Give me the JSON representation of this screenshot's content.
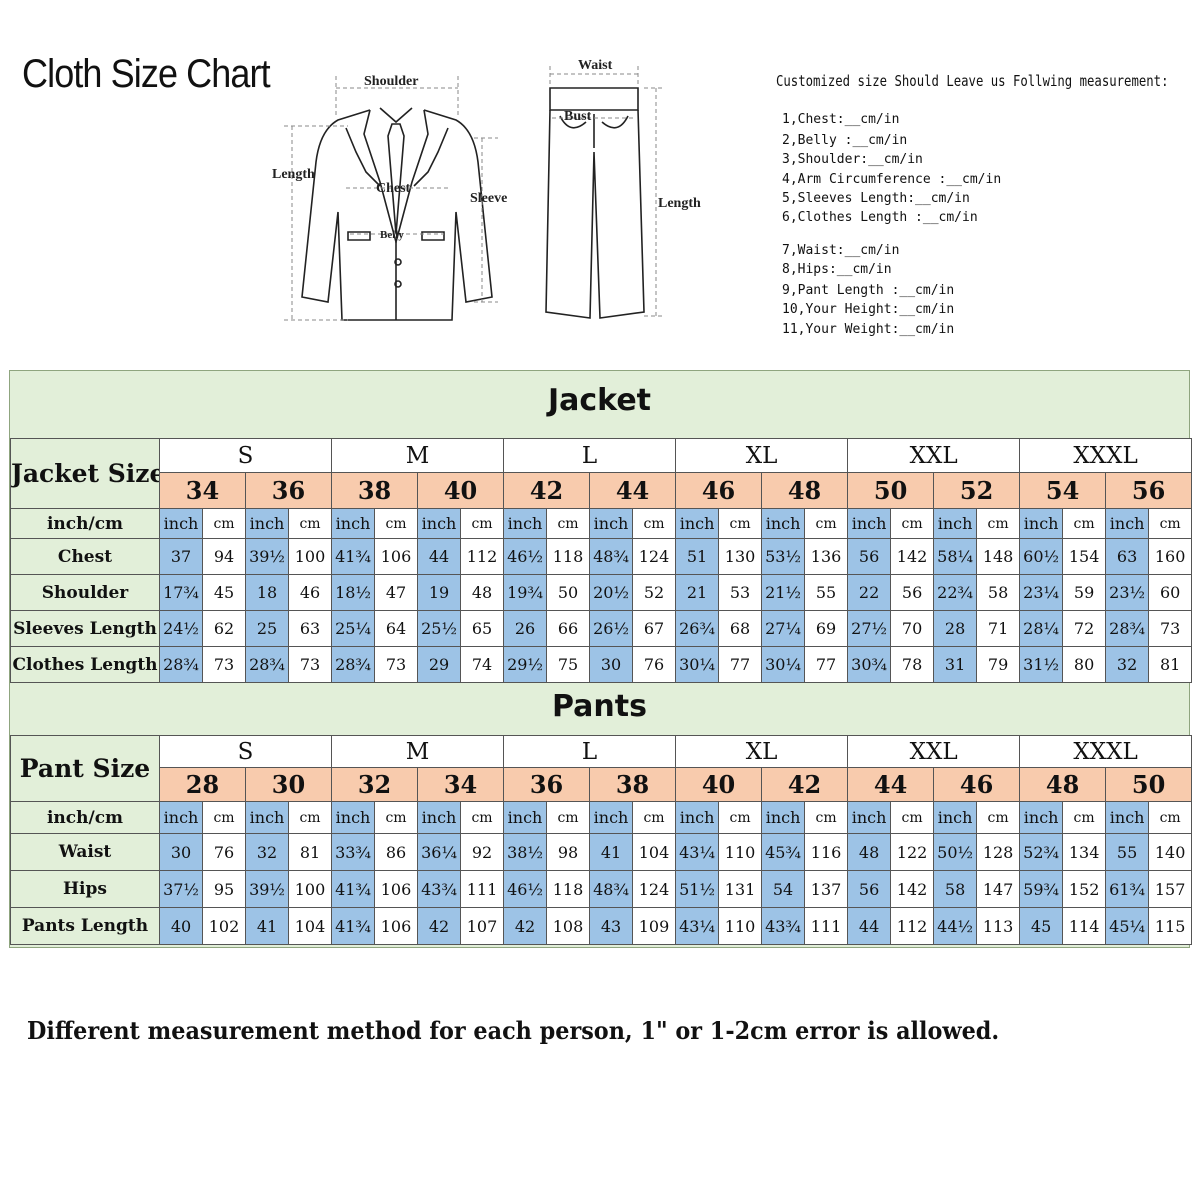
{
  "title": "Cloth Size Chart",
  "diagram": {
    "jacket_labels": {
      "shoulder": "Shoulder",
      "length": "Length",
      "chest": "Chest",
      "sleeve": "Sleeve",
      "belly": "Belly"
    },
    "pants_labels": {
      "waist": "Waist",
      "bust": "Bust",
      "length": "Length"
    }
  },
  "measurement_request": {
    "header": "Customized size Should Leave us Follwing measurement:",
    "items": [
      "1,Chest:__cm/in",
      "2,Belly :__cm/in",
      "3,Shoulder:__cm/in",
      "4,Arm Circumference :__cm/in",
      "5,Sleeves Length:__cm/in",
      "6,Clothes Length :__cm/in",
      "7,Waist:__cm/in",
      "8,Hips:__cm/in",
      "9,Pant Length :__cm/in",
      "10,Your Height:__cm/in",
      "11,Your Weight:__cm/in"
    ]
  },
  "jacket": {
    "title": "Jacket",
    "size_label": "Jacket Size",
    "unit_label": "inch/cm",
    "letters": [
      "S",
      "M",
      "L",
      "XL",
      "XXL",
      "XXXL"
    ],
    "numbers": [
      "34",
      "36",
      "38",
      "40",
      "42",
      "44",
      "46",
      "48",
      "50",
      "52",
      "54",
      "56"
    ],
    "unit_inch": "inch",
    "unit_cm": "cm",
    "rows": [
      {
        "label": "Chest",
        "values": [
          "37",
          "94",
          "39½",
          "100",
          "41¾",
          "106",
          "44",
          "112",
          "46½",
          "118",
          "48¾",
          "124",
          "51",
          "130",
          "53½",
          "136",
          "56",
          "142",
          "58¼",
          "148",
          "60½",
          "154",
          "63",
          "160"
        ]
      },
      {
        "label": "Shoulder",
        "values": [
          "17¾",
          "45",
          "18",
          "46",
          "18½",
          "47",
          "19",
          "48",
          "19¾",
          "50",
          "20½",
          "52",
          "21",
          "53",
          "21½",
          "55",
          "22",
          "56",
          "22¾",
          "58",
          "23¼",
          "59",
          "23½",
          "60"
        ]
      },
      {
        "label": "Sleeves Length",
        "values": [
          "24½",
          "62",
          "25",
          "63",
          "25¼",
          "64",
          "25½",
          "65",
          "26",
          "66",
          "26½",
          "67",
          "26¾",
          "68",
          "27¼",
          "69",
          "27½",
          "70",
          "28",
          "71",
          "28¼",
          "72",
          "28¾",
          "73"
        ]
      },
      {
        "label": "Clothes Length",
        "values": [
          "28¾",
          "73",
          "28¾",
          "73",
          "28¾",
          "73",
          "29",
          "74",
          "29½",
          "75",
          "30",
          "76",
          "30¼",
          "77",
          "30¼",
          "77",
          "30¾",
          "78",
          "31",
          "79",
          "31½",
          "80",
          "32",
          "81"
        ]
      }
    ]
  },
  "pants": {
    "title": "Pants",
    "size_label": "Pant Size",
    "unit_label": "inch/cm",
    "letters": [
      "S",
      "M",
      "L",
      "XL",
      "XXL",
      "XXXL"
    ],
    "numbers": [
      "28",
      "30",
      "32",
      "34",
      "36",
      "38",
      "40",
      "42",
      "44",
      "46",
      "48",
      "50"
    ],
    "unit_inch": "inch",
    "unit_cm": "cm",
    "rows": [
      {
        "label": "Waist",
        "values": [
          "30",
          "76",
          "32",
          "81",
          "33¾",
          "86",
          "36¼",
          "92",
          "38½",
          "98",
          "41",
          "104",
          "43¼",
          "110",
          "45¾",
          "116",
          "48",
          "122",
          "50½",
          "128",
          "52¾",
          "134",
          "55",
          "140"
        ]
      },
      {
        "label": "Hips",
        "values": [
          "37½",
          "95",
          "39½",
          "100",
          "41¾",
          "106",
          "43¾",
          "111",
          "46½",
          "118",
          "48¾",
          "124",
          "51½",
          "131",
          "54",
          "137",
          "56",
          "142",
          "58",
          "147",
          "59¾",
          "152",
          "61¾",
          "157"
        ]
      },
      {
        "label": "Pants Length",
        "values": [
          "40",
          "102",
          "41",
          "104",
          "41¾",
          "106",
          "42",
          "107",
          "42",
          "108",
          "43",
          "109",
          "43¼",
          "110",
          "43¾",
          "111",
          "44",
          "112",
          "44½",
          "113",
          "45",
          "114",
          "45¼",
          "115"
        ]
      }
    ]
  },
  "footer_note": "Different measurement method for each person,  1\" or 1-2cm error is allowed."
}
